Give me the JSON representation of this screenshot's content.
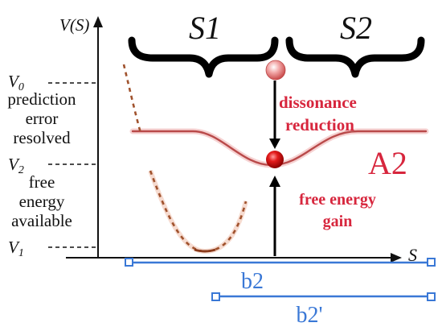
{
  "axis": {
    "y_label_prefix": "V(",
    "y_label_var": "S",
    "y_label_suffix": ")",
    "x_label": "S"
  },
  "levels": {
    "v0": {
      "sym": "V",
      "sub": "0"
    },
    "v2": {
      "sym": "V",
      "sub": "2"
    },
    "v1": {
      "sym": "V",
      "sub": "1"
    }
  },
  "left_labels": {
    "upper": [
      "prediction",
      "error",
      "resolved"
    ],
    "lower": [
      "free",
      "energy",
      "available"
    ]
  },
  "states": {
    "s1": "S1",
    "s2": "S2"
  },
  "annotations": {
    "dissonance": [
      "dissonance",
      "reduction"
    ],
    "free_energy_gain": [
      "free energy",
      "gain"
    ],
    "attractor": "A2"
  },
  "intervals": {
    "b2": "b2",
    "b2_prime": "b2'"
  },
  "colors": {
    "red_text": "#d7263d",
    "landscape": "#b94a4a",
    "dotted": "#a0522d",
    "interval": "#3a78d6",
    "axis": "#111111"
  }
}
